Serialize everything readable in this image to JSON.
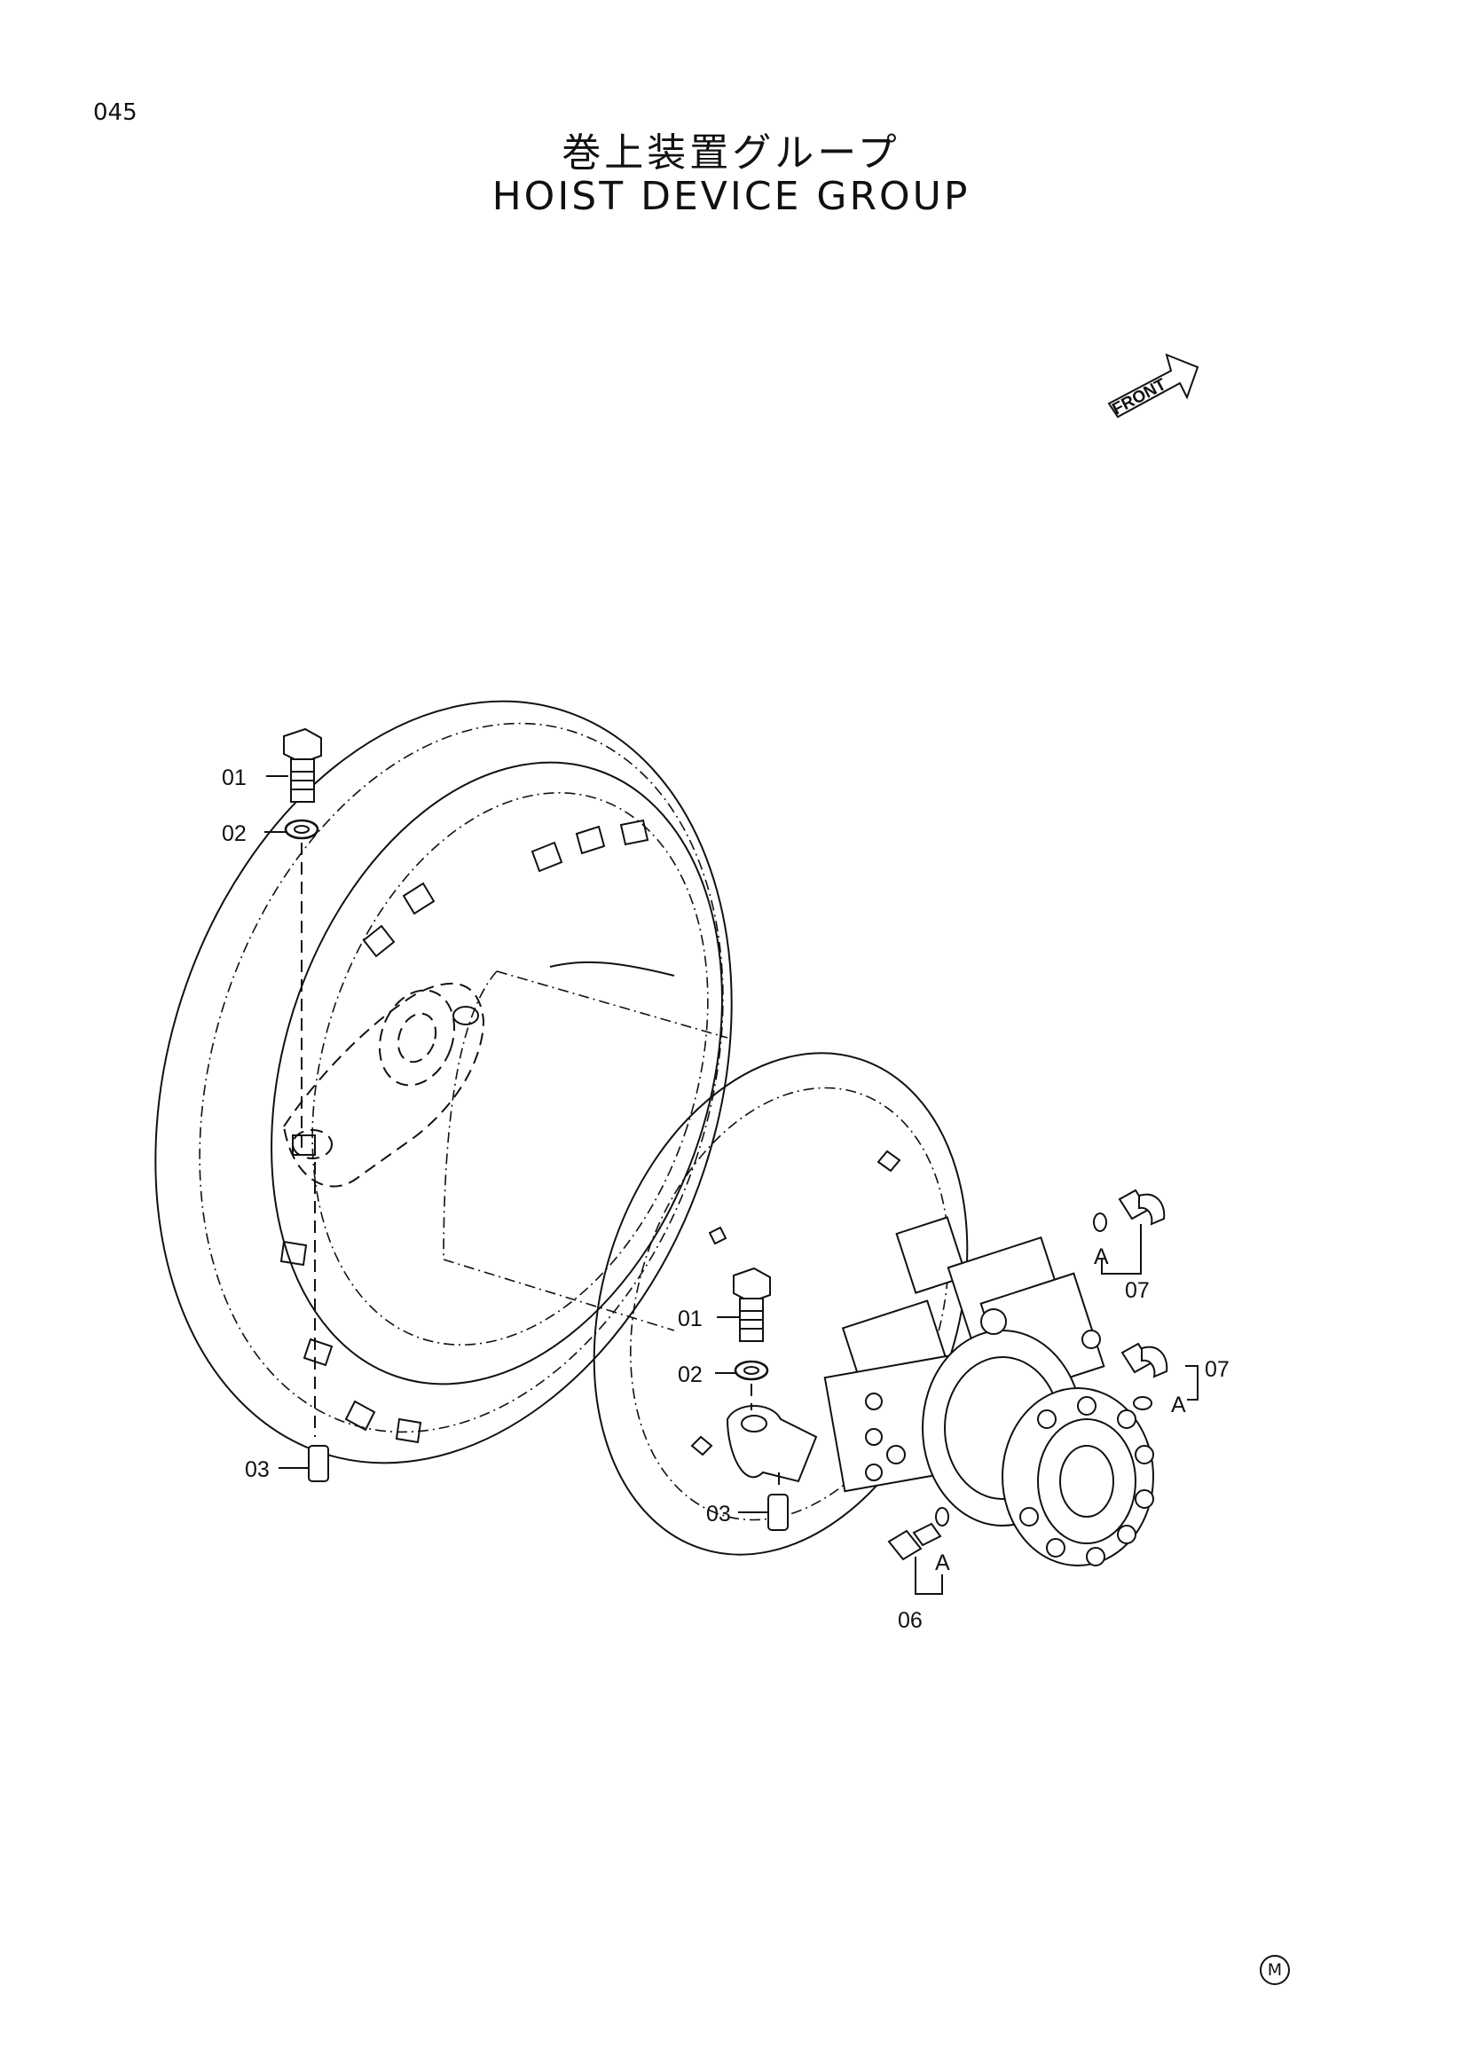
{
  "header": {
    "page_number": "045",
    "title_jp": "巻上装置グループ",
    "title_en": "HOIST DEVICE GROUP"
  },
  "front_arrow": {
    "label": "FRONT"
  },
  "callouts": {
    "c01_top": "01",
    "c02_top": "02",
    "c03_left": "03",
    "c01_mid": "01",
    "c02_mid": "02",
    "c03_mid": "03",
    "c06": "06",
    "c07_a": "07",
    "c07_b": "07",
    "a1": "A",
    "a2": "A",
    "a3": "A"
  },
  "footer": {
    "mark": "M"
  }
}
